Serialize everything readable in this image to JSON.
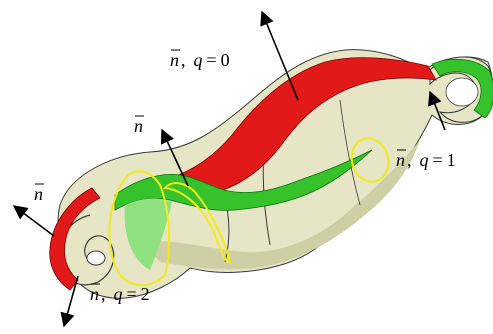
{
  "colors": {
    "surface": "#e6e6c6",
    "surface_shade": "#cfcfa6",
    "red_band": "#e21919",
    "green_band": "#35c22b",
    "light_green": "#8fe07e",
    "yellow_curve": "#f2ea1c",
    "outline": "#3a3a3a",
    "arrow": "#000000"
  },
  "labels": [
    {
      "id": "q0",
      "n": "n",
      "comma": ",",
      "q": "q",
      "eq": "=",
      "value": "0"
    },
    {
      "id": "q1",
      "n": "n",
      "comma": ",",
      "q": "q",
      "eq": "=",
      "value": "1"
    },
    {
      "id": "q2",
      "n": "n",
      "comma": ",",
      "q": "q",
      "eq": "=",
      "value": "2"
    },
    {
      "id": "n-middle",
      "n": "n"
    },
    {
      "id": "n-left",
      "n": "n"
    }
  ]
}
